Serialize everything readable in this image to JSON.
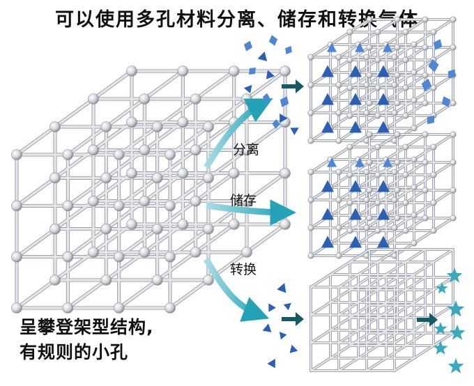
{
  "title": "可以使用多孔材料分离、储存和转换气体",
  "caption": {
    "line1": "呈攀登架型结构,",
    "line2": "有规则的小孔"
  },
  "processes": [
    {
      "label": "分离"
    },
    {
      "label": "储存"
    },
    {
      "label": "转换"
    }
  ],
  "colors": {
    "frame": "#b9bcc0",
    "node": "#d8dade",
    "arrow": "#2aa5b8",
    "gas_dark": "#2a5fb3",
    "gas_light": "#4f86d3",
    "star": "#3aa9bd",
    "small_arrow": "#155a66"
  }
}
